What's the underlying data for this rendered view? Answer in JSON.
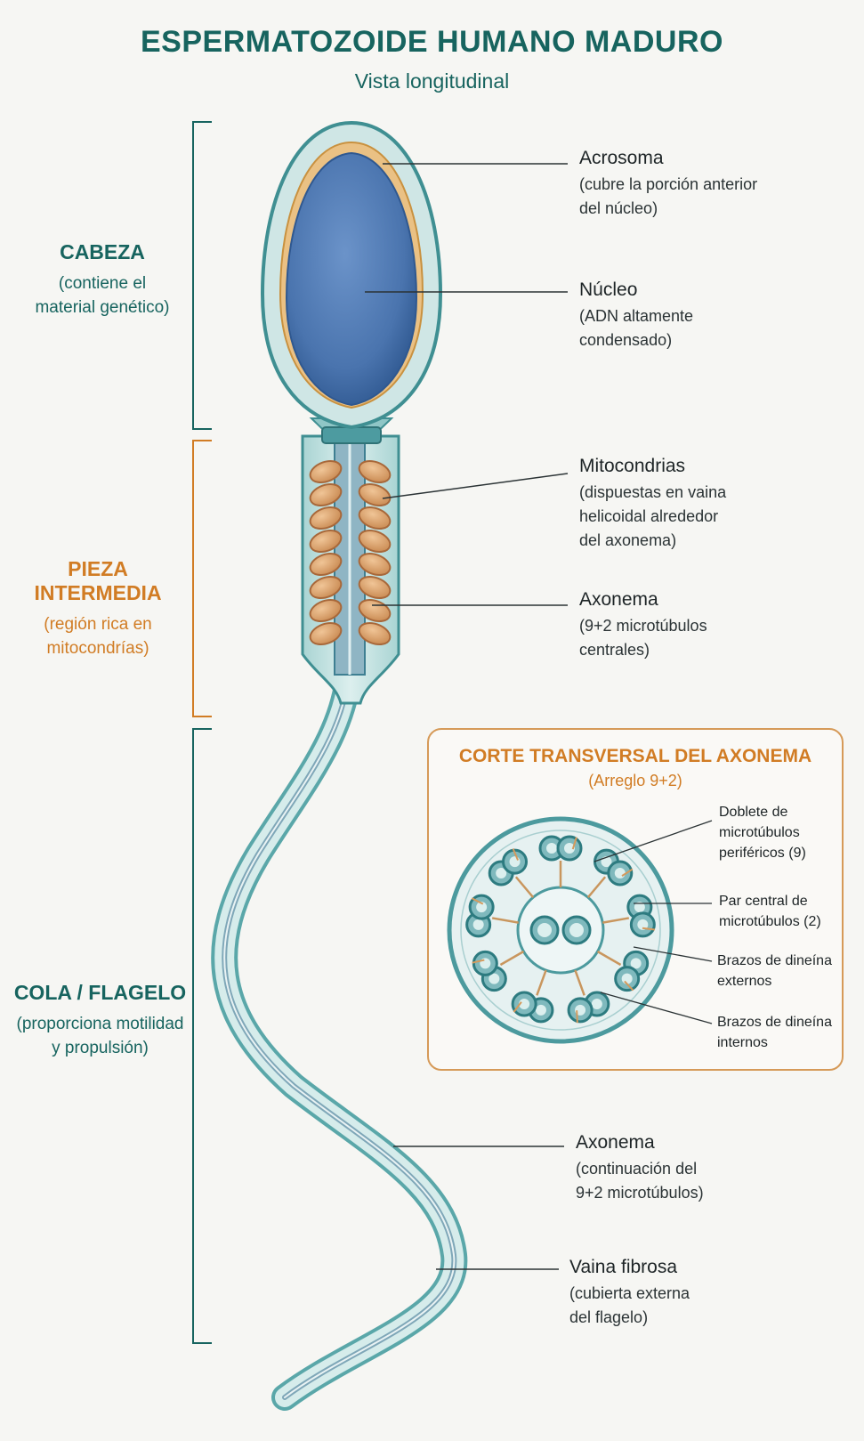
{
  "title": "ESPERMATOZOIDE HUMANO MADURO",
  "subtitle": "Vista longitudinal",
  "regions": {
    "head": {
      "title": "CABEZA",
      "desc": [
        "(contiene el",
        "material genético)"
      ]
    },
    "midpiece": {
      "title": "PIEZA INTERMEDIA",
      "desc": [
        "(región rica en",
        "mitocondrías)"
      ]
    },
    "tail": {
      "title": "COLA / FLAGELO",
      "desc": [
        "(proporciona motilidad",
        "y propulsión)"
      ]
    }
  },
  "labels": {
    "acrosome": {
      "title": "Acrosoma",
      "desc": [
        "(cubre la porción anterior",
        "del núcleo)"
      ]
    },
    "nucleus": {
      "title": "Núcleo",
      "desc": [
        "(ADN altamente",
        "condensado)"
      ]
    },
    "mito": {
      "title": "Mitocondrias",
      "desc": [
        "(dispuestas en vaina",
        "helicoidal alrededor",
        "del axonema)"
      ]
    },
    "axoneme": {
      "title": "Axonema",
      "desc": [
        "(9+2 microtúbulos",
        "centrales)"
      ]
    },
    "axoneme_tail": {
      "title": "Axonema",
      "desc": [
        "(continuación del",
        "9+2 microtúbulos)"
      ]
    },
    "sheath": {
      "title": "Vaina fibrosa",
      "desc": [
        "(cubierta externa",
        "del flagelo)"
      ]
    }
  },
  "inset": {
    "title": "CORTE TRANSVERSAL DEL AXONEMA",
    "subtitle": "(Arreglo 9+2)",
    "labels": {
      "doublet": [
        "Doblete de",
        "microtúbulos",
        "periféricos (9)"
      ],
      "central": [
        "Par central de",
        "microtúbulos (2)"
      ],
      "outer_arms": [
        "Brazos de dineína",
        "externos"
      ],
      "inner_arms": [
        "Brazos de dineína",
        "internos"
      ]
    }
  },
  "colors": {
    "teal": "#17645f",
    "orange": "#d17c24",
    "nucleus_blue": "#4a74ae",
    "mito": "#d39a63",
    "membrane": "#5aa7a9"
  }
}
